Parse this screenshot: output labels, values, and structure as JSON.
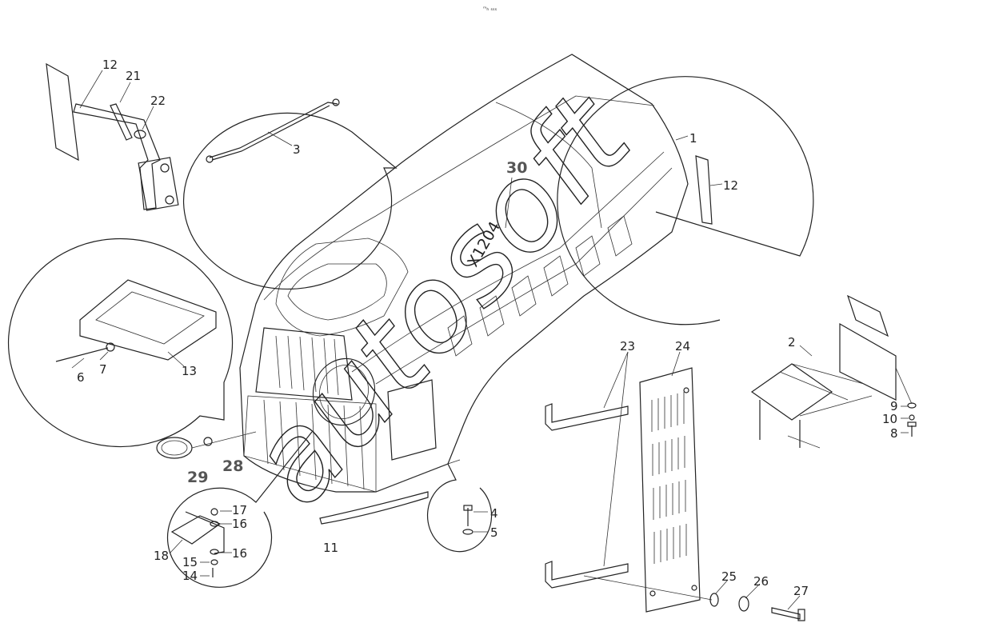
{
  "header_mark": "ᵐₕ ₛₛₛ",
  "model_mark": "X1204",
  "watermark": "autosoft",
  "labels": {
    "p1": "1",
    "p2": "2",
    "p3": "3",
    "p4": "4",
    "p5": "5",
    "p6": "6",
    "p7": "7",
    "p8": "8",
    "p9": "9",
    "p10": "10",
    "p11": "11",
    "p12a": "12",
    "p12b": "12",
    "p13": "13",
    "p14": "14",
    "p15": "15",
    "p16a": "16",
    "p16b": "16",
    "p17": "17",
    "p18": "18",
    "p21": "21",
    "p22": "22",
    "p23": "23",
    "p24": "24",
    "p25": "25",
    "p26": "26",
    "p27": "27",
    "p28": "28",
    "p29": "29",
    "p30": "30"
  }
}
